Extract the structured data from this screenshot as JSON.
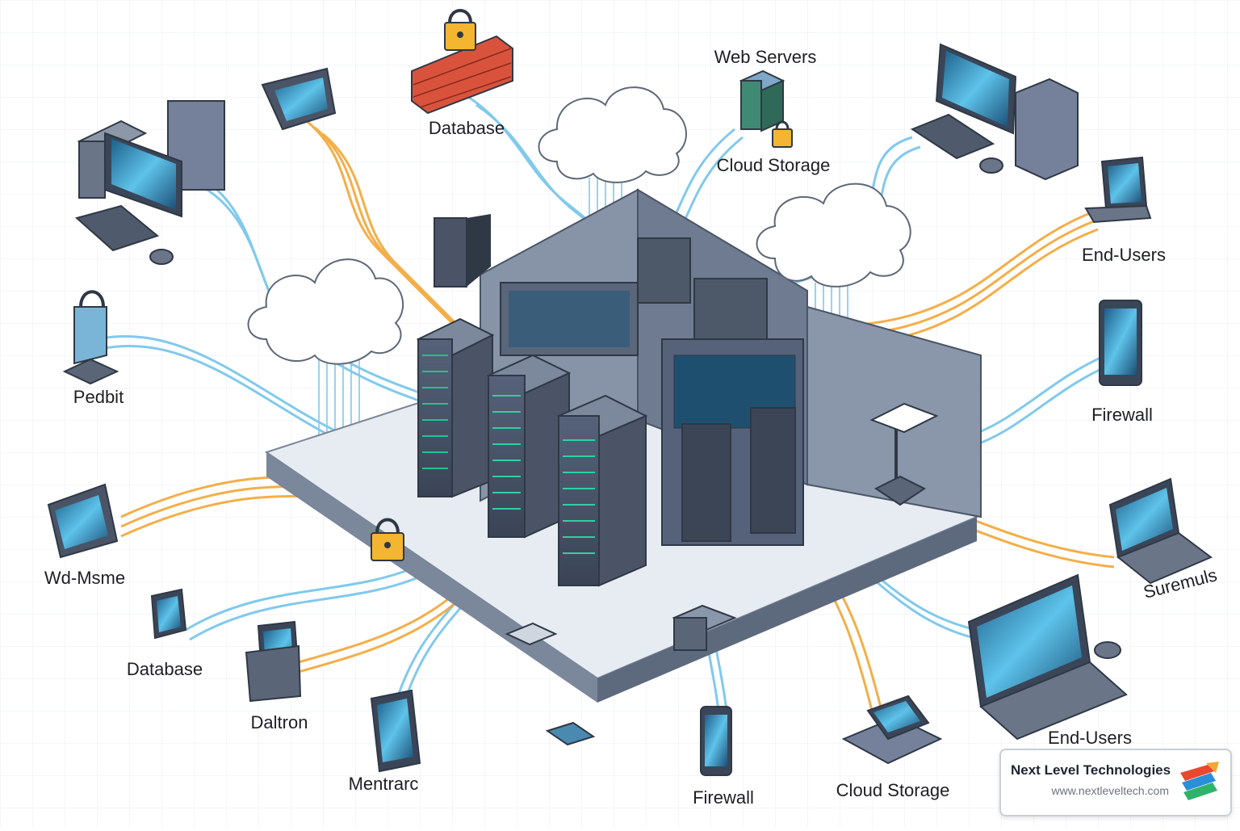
{
  "labels": {
    "database_top": "Database",
    "web_servers": "Web Servers",
    "cloud_storage_top": "Cloud Storage",
    "end_users_right": "End-Users",
    "pedbit": "Pedbit",
    "firewall_right": "Firewall",
    "wd_msme": "Wd-Msme",
    "suremuls": "Suremuls",
    "database_left": "Database",
    "daltron": "Daltron",
    "mentrarc": "Mentrarc",
    "firewall_bottom": "Firewall",
    "cloud_storage_bottom": "Cloud Storage",
    "end_users_bottom": "End-Users"
  },
  "brand": {
    "name": "Next Level Technologies",
    "url": "www.nextleveltech.com"
  },
  "icons": [
    "server-rack-icon",
    "cloud-icon",
    "padlock-icon",
    "firewall-icon",
    "desktop-computer-icon",
    "laptop-icon",
    "tablet-icon",
    "smartphone-icon",
    "mouse-icon",
    "keyboard-icon"
  ],
  "colors": {
    "data_flow_blue": "#5fb8e6",
    "data_flow_orange": "#f3a635",
    "rack_dark": "#3c4656",
    "rack_mid": "#5b6678",
    "platform": "#6f7c90",
    "lock_gold": "#f4b531"
  }
}
